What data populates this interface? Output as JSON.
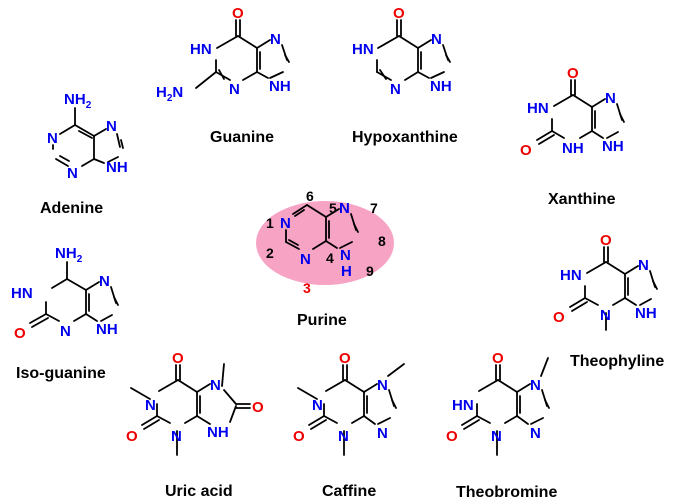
{
  "names": {
    "adenine": "Adenine",
    "guanine": "Guanine",
    "hypoxanthine": "Hypoxanthine",
    "xanthine": "Xanthine",
    "purine": "Purine",
    "isoguanine": "Iso-guanine",
    "theophyline": "Theophyline",
    "uric": "Uric acid",
    "caffine": "Caffine",
    "theobromine": "Theobromine"
  },
  "atoms": {
    "N": "N",
    "H": "H",
    "O": "O",
    "HN": "HN",
    "NH": "NH",
    "NH2": "NH2",
    "H2N": "H2N"
  },
  "numbering": [
    "1",
    "2",
    "3",
    "4",
    "5",
    "6",
    "7",
    "8",
    "9"
  ],
  "colors": {
    "nitrogen": "#0000ee",
    "oxygen": "#ee0000",
    "purine_highlight": "#f7a3c4"
  }
}
